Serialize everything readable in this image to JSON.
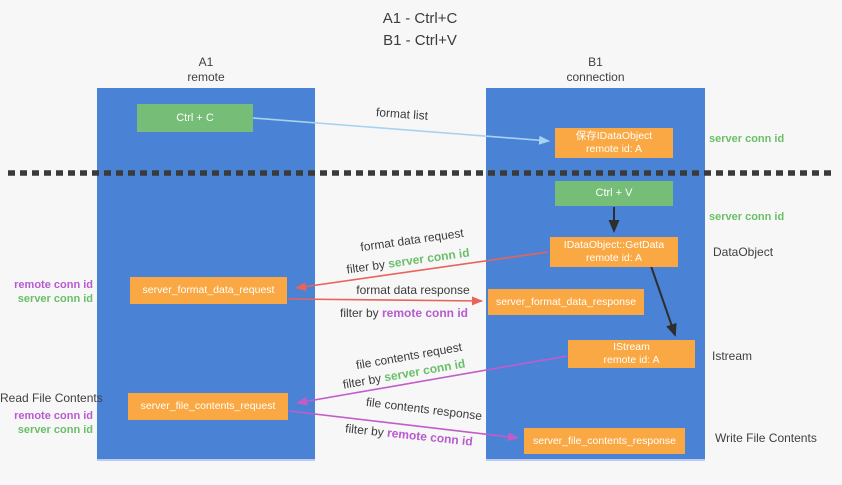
{
  "title": {
    "line1": "A1 - Ctrl+C",
    "line2": "B1 - Ctrl+V"
  },
  "lanes": {
    "left": {
      "name": "A1",
      "role": "remote"
    },
    "right": {
      "name": "B1",
      "role": "connection"
    }
  },
  "nodes": {
    "ctrl_c": {
      "label": "Ctrl + C"
    },
    "save_dataobject": {
      "line1": "保存IDataObject",
      "line2": "remote id: A"
    },
    "ctrl_v": {
      "label": "Ctrl + V"
    },
    "getdata": {
      "line1": "IDataObject::GetData",
      "line2": "remote id: A"
    },
    "format_request": {
      "label": "server_format_data_request"
    },
    "format_response": {
      "label": "server_format_data_response"
    },
    "istream": {
      "line1": "IStream",
      "line2": "remote id: A"
    },
    "file_request": {
      "label": "server_file_contents_request"
    },
    "file_response": {
      "label": "server_file_contents_response"
    }
  },
  "flows": {
    "format_list": {
      "label": "format list"
    },
    "format_data_request": {
      "label": "format data request",
      "filter_prefix": "filter by ",
      "filter_key": "server conn id"
    },
    "format_data_response": {
      "label": "format data response",
      "filter_prefix": "filter by ",
      "filter_key": "remote conn id"
    },
    "file_contents_request": {
      "label": "file contents request",
      "filter_prefix": "filter by ",
      "filter_key": "server conn id"
    },
    "file_contents_response": {
      "label": "file contents response",
      "filter_prefix": "filter by ",
      "filter_key": "remote conn id"
    }
  },
  "annotations": {
    "right": {
      "server_conn_id_top": "server conn id",
      "server_conn_id_mid": "server conn id",
      "dataobject": "DataObject",
      "istream": "Istream",
      "write_file_contents": "Write File Contents"
    },
    "left": {
      "remote_conn_id_top": "remote conn id",
      "server_conn_id_top": "server conn id",
      "read_file_contents": "Read File Contents",
      "remote_conn_id_bottom": "remote conn id",
      "server_conn_id_bottom": "server conn id"
    }
  },
  "colors": {
    "lane_blue": "#4a82d6",
    "node_green": "#76bd77",
    "node_orange": "#f9a843",
    "arrow_red": "#e8635a",
    "arrow_magenta": "#c25cc8",
    "arrow_lightblue": "#a8d3f0",
    "arrow_black": "#2e2e2e",
    "divider_dark": "#3a3a3a",
    "text_green": "#6abf69",
    "text_purple": "#b75bcf"
  }
}
